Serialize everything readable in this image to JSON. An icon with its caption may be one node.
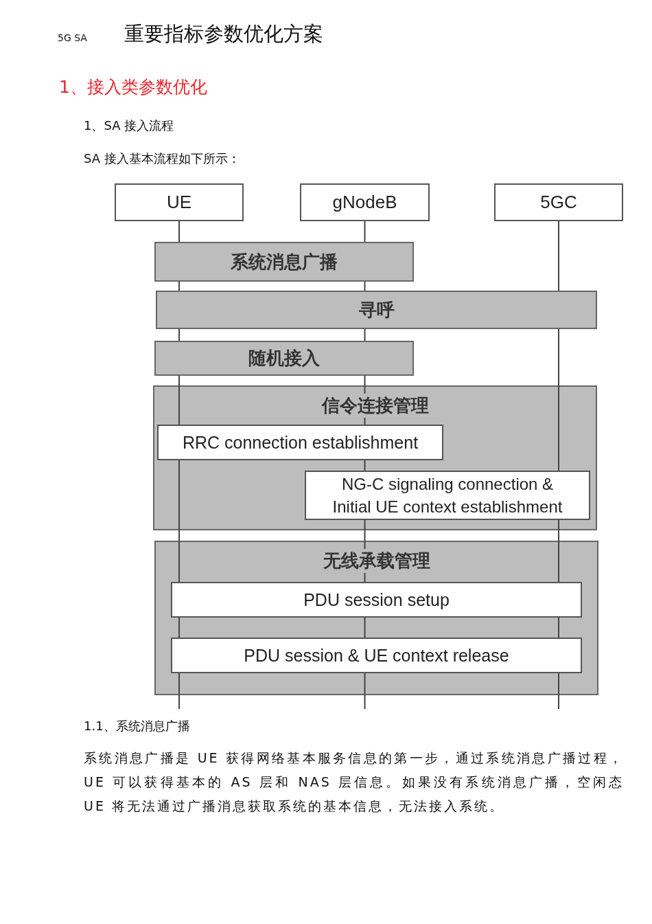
{
  "diagram": {
    "title": "重要指标参数优化方案",
    "nodes": [
      {
        "text": [
          "UE"
        ]
      },
      {
        "text": [
          "gNodeB"
        ]
      },
      {
        "text": [
          "5GC"
        ]
      },
      {
        "text": [
          "系统消息广播"
        ]
      },
      {
        "text": [
          "寻呼"
        ]
      },
      {
        "text": [
          "随机接入"
        ]
      },
      {
        "text": [
          "信令连接管理"
        ]
      },
      {
        "text": [
          "RRC connection establishment"
        ],
        "in": 6
      },
      {
        "text": [
          "NG-C signaling connection & Initial UE context establishment"
        ],
        "in": 6
      },
      {
        "text": [
          "无线承载管理"
        ]
      },
      {
        "text": [
          "PDU session setup"
        ],
        "in": 9
      },
      {
        "text": [
          "PDU session & UE context release"
        ],
        "in": 9
      }
    ],
    "edges": [
      {
        "from": 0,
        "to": null,
        "arrow": "none"
      },
      {
        "from": 1,
        "to": null,
        "arrow": "none"
      },
      {
        "from": 2,
        "to": null,
        "arrow": "none"
      }
    ],
    "labels": [
      "5G SA",
      "1、接入类参数优化",
      "1、SA 接入流程",
      "SA 接入基本流程如下所示：",
      "1.1、系统消息广播",
      "系统消息广播是 UE 获得网络基本服务信息的第一步，通过系统消息广播过程，UE 可以获得基本的 AS 层和 NAS 层信息。如果没有系统消息广播，空闲态 UE 将无法通过广播消息获取系统的基本信息，无法接入系统。"
    ]
  }
}
